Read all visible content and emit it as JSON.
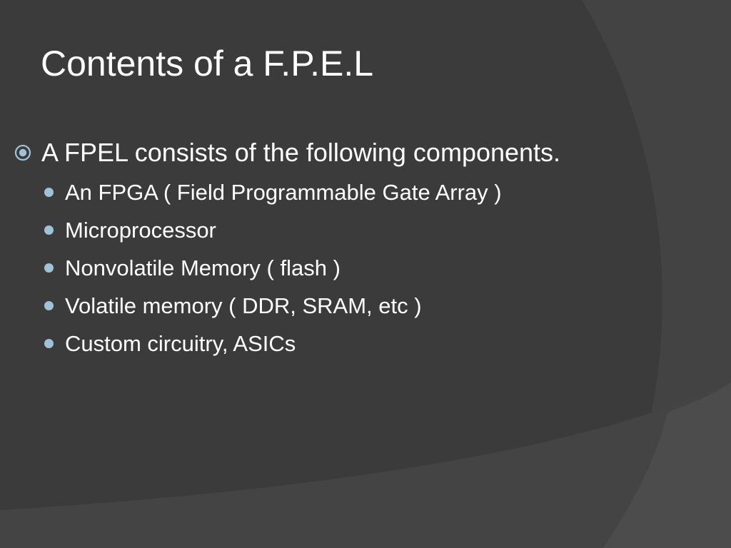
{
  "slide": {
    "title": "Contents of a F.P.E.L",
    "main_bullet": "A FPEL consists of the following components.",
    "sub_bullets": [
      "An FPGA ( Field Programmable Gate Array )",
      "Microprocessor",
      "Nonvolatile Memory ( flash )",
      "Volatile memory ( DDR, SRAM, etc )",
      "Custom circuitry, ASICs"
    ],
    "main_bullet_icon": "circled-dot-bullet-icon",
    "sub_bullet_icon": "filled-circle-bullet-icon"
  },
  "colors": {
    "background": "#3b3b3b",
    "accent_shape": "#454545",
    "bullet_accent": "#9fc2d7",
    "text": "#ffffff"
  }
}
